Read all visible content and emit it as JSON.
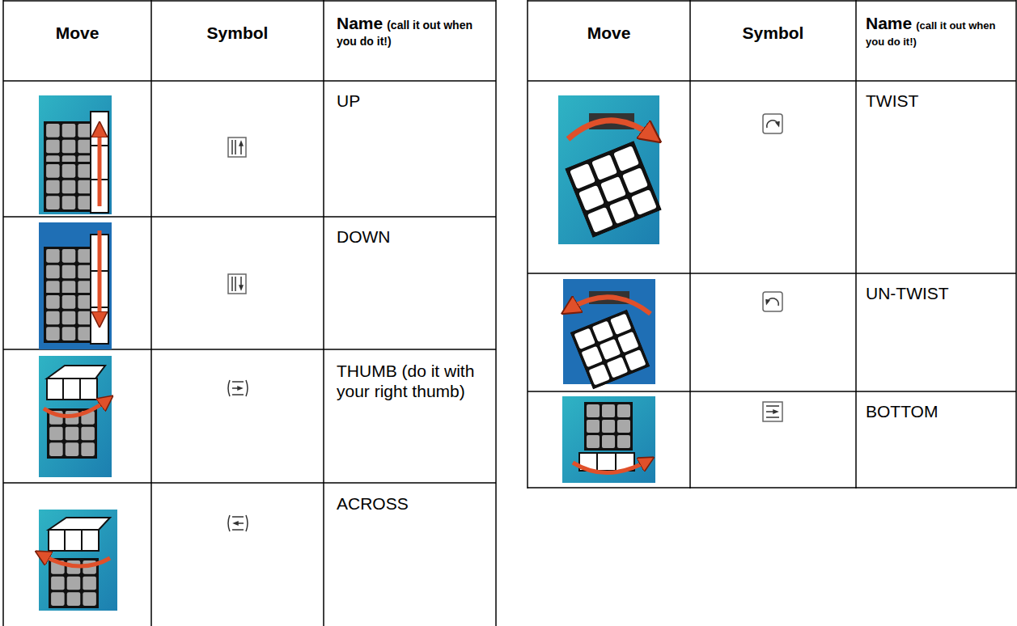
{
  "diagram": {
    "labels": [
      "Move",
      "Symbol",
      "Name",
      "(call it out when you do it!)",
      "UP",
      "DOWN",
      "THUMB (do it with your right thumb)",
      "ACROSS",
      "Move",
      "Symbol",
      "Name",
      "(call it out when you do it!)",
      "TWIST",
      "UN-TWIST",
      "BOTTOM"
    ]
  }
}
